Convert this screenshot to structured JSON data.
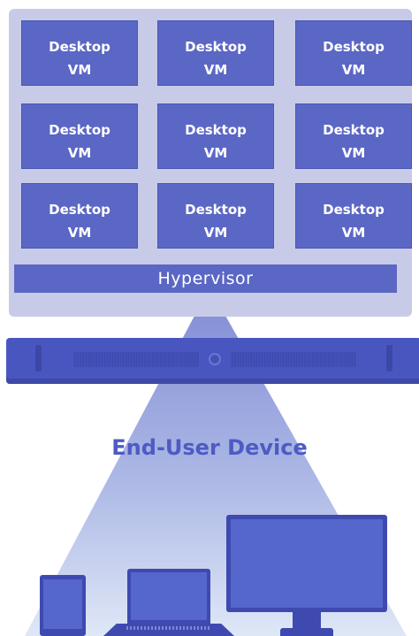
{
  "host": {
    "vm_line1": "Desktop",
    "vm_line2": "VM",
    "hypervisor_label": "Hypervisor"
  },
  "title": "End-User Device",
  "colors": {
    "vm_fill": "#5b67c4",
    "host_panel": "#c8cbe8",
    "server_bar": "#4a56c0",
    "title_text": "#4d5bc4",
    "device_fill": "#3e4ab0"
  },
  "devices": [
    "tablet-icon",
    "laptop-icon",
    "monitor-icon"
  ]
}
